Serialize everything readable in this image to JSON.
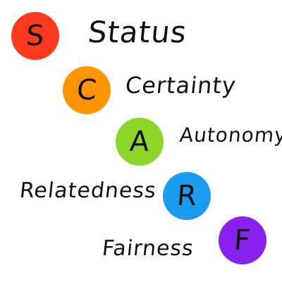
{
  "colors": {
    "s": "#ff3b1f",
    "c": "#ff9500",
    "a": "#8cd62a",
    "r": "#1a9bf0",
    "f": "#8a22ee"
  },
  "items": [
    {
      "letter": "S",
      "word": "Status"
    },
    {
      "letter": "C",
      "word": "Certainty"
    },
    {
      "letter": "A",
      "word": "Autonomy"
    },
    {
      "letter": "R",
      "word": "Relatedness"
    },
    {
      "letter": "F",
      "word": "Fairness"
    }
  ]
}
